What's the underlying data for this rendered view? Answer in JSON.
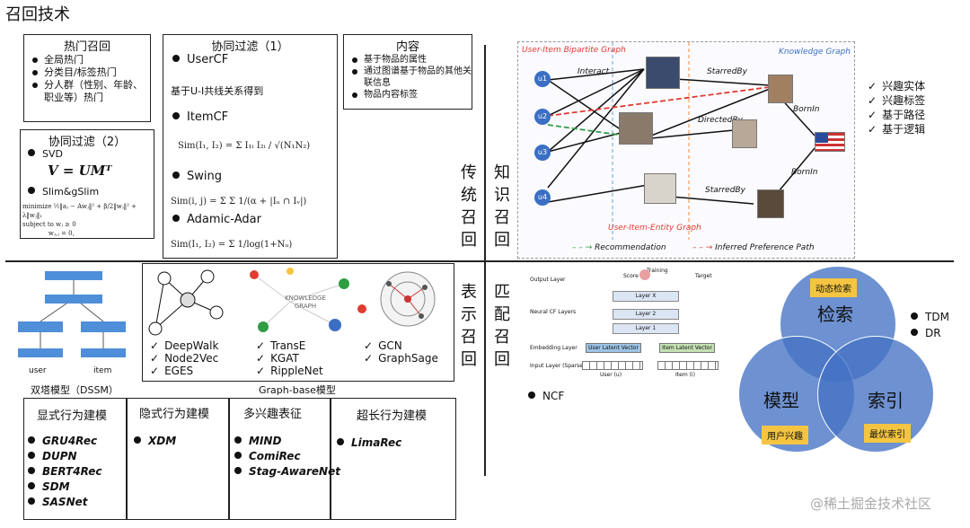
{
  "title": "召回技术",
  "popular": {
    "head": "热门召回",
    "items": [
      "全局热门",
      "分类目/标签热门",
      "分人群（性别、年龄、职业等）热门"
    ]
  },
  "cf2": {
    "head": "协同过滤（2）",
    "svd": "SVD",
    "formula": "V = UMᵀ",
    "slim": "Slim&gSlim"
  },
  "cf1": {
    "head": "协同过滤（1）",
    "usercf": "UserCF",
    "usercf_desc": "基于U-I共线关系得到",
    "itemcf": "ItemCF",
    "swing": "Swing",
    "adamic": "Adamic-Adar"
  },
  "content": {
    "head": "内容",
    "items": [
      "基于物品的属性",
      "通过图谱基于物品的其他关联信息",
      "物品内容标签"
    ]
  },
  "labels": {
    "trad": "传统召回",
    "know": "知识召回",
    "repr": "表示召回",
    "match": "匹配召回"
  },
  "kg": {
    "ui_graph": "User-Item Bipartite Graph",
    "know_graph": "Knowledge Graph",
    "interact": "Interact",
    "starred1": "StarredBy",
    "directed": "DirectedBy",
    "born1": "BornIn",
    "born2": "BornIn",
    "starred2": "StarredBy",
    "uie_graph": "User-Item-Entity Graph",
    "rec": "Recommendation",
    "pref": "Inferred Preference Path",
    "users": [
      "u1",
      "u2",
      "u3",
      "u4"
    ]
  },
  "know_checks": [
    "兴趣实体",
    "兴趣标签",
    "基于路径",
    "基于逻辑"
  ],
  "dssm": {
    "caption": "双塔模型（DSSM）",
    "user": "user",
    "item": "item"
  },
  "graph": {
    "caption": "Graph-base模型",
    "col1": [
      "DeepWalk",
      "Node2Vec",
      "EGES"
    ],
    "col2": [
      "TransE",
      "KGAT",
      "RippleNet"
    ],
    "col3": [
      "GCN",
      "GraphSage"
    ],
    "kg_label": "KNOWLEDGE GRAPH"
  },
  "ncf": {
    "label": "NCF",
    "layers": [
      "Output Layer",
      "Neural CF Layers",
      "Embedding Layer",
      "Input Layer (Sparse)"
    ],
    "score": "Score",
    "target": "Target",
    "training": "Training",
    "l1": "Layer 1",
    "l2": "Layer 2",
    "lx": "Layer X",
    "uvec": "User Latent Vector",
    "ivec": "Item Latent Vector",
    "user": "User (u)",
    "item": "Item (i)"
  },
  "venn": {
    "c1": "检索",
    "c2": "模型",
    "c3": "索引",
    "t1": "动态检索",
    "t2": "用户兴趣",
    "t3": "最优索引"
  },
  "venn_list": [
    "TDM",
    "DR"
  ],
  "behavior": {
    "h1": "显式行为建模",
    "h2": "隐式行为建模",
    "h3": "多兴趣表征",
    "h4": "超长行为建模",
    "c1": [
      "GRU4Rec",
      "DUPN",
      "BERT4Rec",
      "SDM",
      "SASNet"
    ],
    "c2": [
      "XDM"
    ],
    "c3": [
      "MIND",
      "ComiRec",
      "Stag-AwareNet"
    ],
    "c4": [
      "LimaRec"
    ]
  },
  "watermark": "@稀土掘金技术社区",
  "colors": {
    "node": "#3a6fc4",
    "venn": "#4472c4",
    "tag": "#f5c542",
    "rec": "#2e9e44",
    "pref": "#e03c31"
  }
}
